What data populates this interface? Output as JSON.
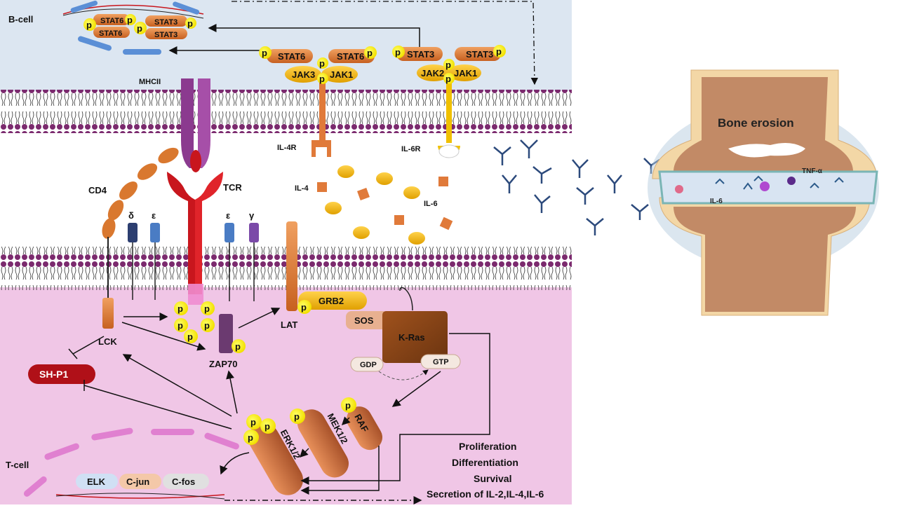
{
  "regions": {
    "bcell": "B-cell",
    "tcell": "T-cell"
  },
  "receptors": {
    "mhc": "MHCII",
    "cd4": "CD4",
    "tcr": "TCR",
    "delta": "δ",
    "eps1": "ε",
    "eps2": "ε",
    "gamma": "γ",
    "il4r": "IL-4R",
    "il6r": "IL-6R"
  },
  "cytokines": {
    "il4": "IL-4",
    "il6": "IL-6"
  },
  "stat_labels": {
    "stat6": "STAT6",
    "stat3": "STAT3"
  },
  "jak": {
    "jak3": "JAK3",
    "jak1a": "JAK1",
    "jak2": "JAK2",
    "jak1b": "JAK1"
  },
  "phospho": "p",
  "kinases": {
    "lck": "LCK",
    "zap70": "ZAP70",
    "lat": "LAT",
    "grb2": "GRB2",
    "sos": "SOS",
    "kras": "K-Ras",
    "gdp": "GDP",
    "gtp": "GTP",
    "raf": "RAF",
    "mek": "MEK1/2",
    "erk": "ERK1/2",
    "shp1": "SH-P1"
  },
  "transcription_factors": [
    "ELK",
    "C-jun",
    "C-fos"
  ],
  "outcomes": [
    "Proliferation",
    "Differentiation",
    "Survival",
    "Secretion of IL-2,IL-4,IL-6"
  ],
  "joint": {
    "title": "Bone erosion",
    "tnf": "TNF-α",
    "il6": "IL-6"
  },
  "colors": {
    "bcell_bg": "#dce6f1",
    "tcell_bg": "#f0c6e6",
    "lipid_head": "#7b2a6e",
    "orange": "#d9782f",
    "red": "#c8161d",
    "purple": "#8b3a8f",
    "kras": "#8b4513",
    "yellow": "#f5e400",
    "bone": "#f3d7a6"
  }
}
